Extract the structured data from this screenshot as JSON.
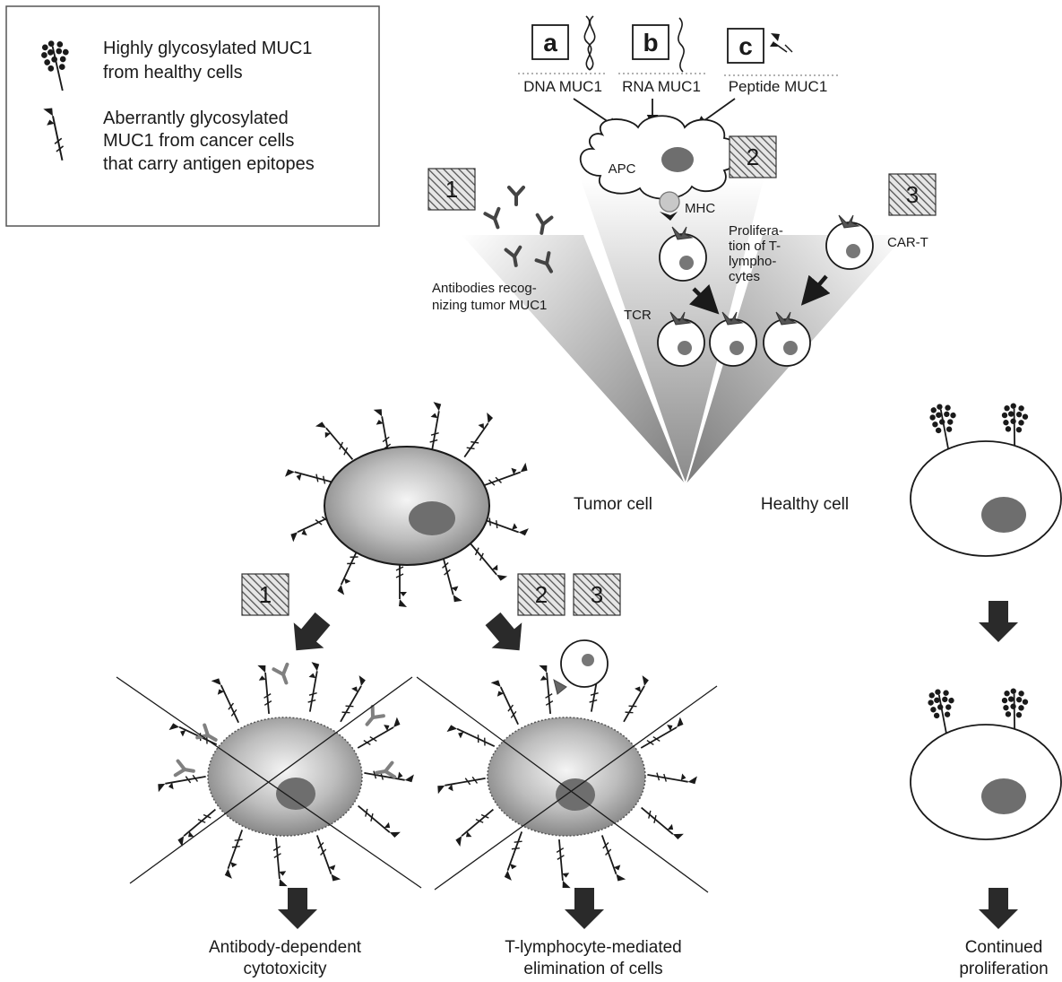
{
  "legend": {
    "healthy": [
      "Highly glycosylated MUC1",
      "from healthy cells"
    ],
    "cancer": [
      "Aberrantly glycosylated",
      "MUC1 from cancer cells",
      "that carry antigen epitopes"
    ]
  },
  "vaccines": [
    {
      "letter": "a",
      "label": "DNA MUC1"
    },
    {
      "letter": "b",
      "label": "RNA MUC1"
    },
    {
      "letter": "c",
      "label": "Peptide MUC1"
    }
  ],
  "approaches": {
    "one": "1",
    "two": "2",
    "three": "3"
  },
  "apc": "APC",
  "mhc": "MHC",
  "tcr": "TCR",
  "cart": "CAR-T",
  "proliferation": [
    "Prolifera-",
    "tion of T-",
    "lympho-",
    "cytes"
  ],
  "antibodies": [
    "Antibodies recog-",
    "nizing tumor MUC1"
  ],
  "tumor_cell": "Tumor cell",
  "healthy_cell": "Healthy cell",
  "outcomes": {
    "adcc": [
      "Antibody-dependent",
      "cytotoxicity"
    ],
    "tcell": [
      "T-lymphocyte-mediated",
      "elimination of cells"
    ],
    "continued": [
      "Continued",
      "proliferation"
    ]
  },
  "colors": {
    "stroke": "#1a1a1a",
    "hatch": "#555555",
    "nucleus": "#6e6e6e",
    "antibody": "#7a7a7a"
  }
}
